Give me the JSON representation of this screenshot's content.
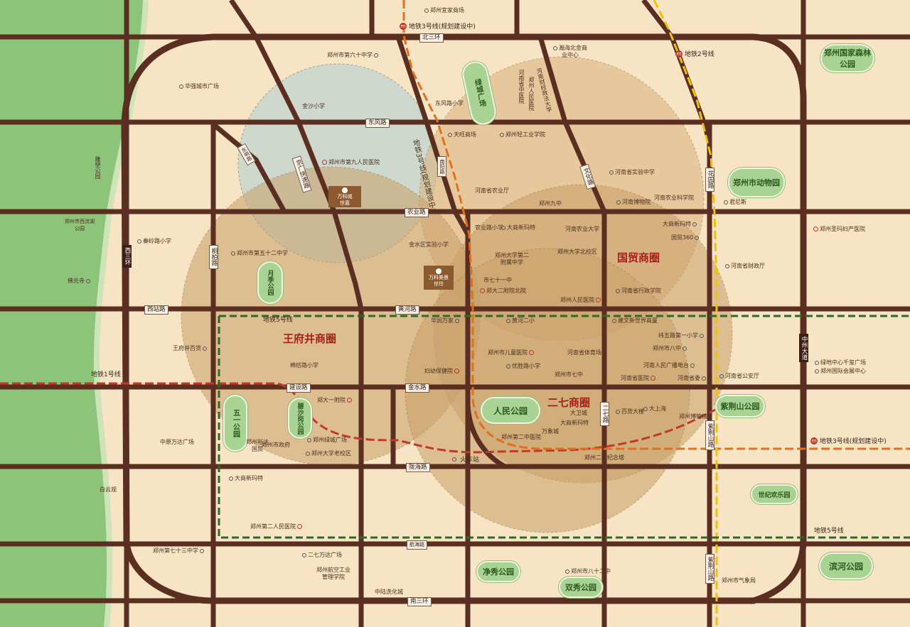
{
  "colors": {
    "road": "#5a2f22",
    "ground": "#f7e4c4",
    "park": "#a9d393",
    "river": "#8cc47a",
    "zone": "#c9a068",
    "metro_red": "#c0392b",
    "metro_orange": "#e07020",
    "metro_yellow": "#f2c200",
    "metro_green": "#2d6b2a"
  },
  "roads": {
    "north3": "北三环",
    "south3": "南三环",
    "west3": "西三环",
    "zhongzhou": "中州大道",
    "dongfeng": "东风路",
    "nongye": "农业路",
    "huanghe": "黄河路",
    "jinshui": "金水路",
    "jianshe": "建设路",
    "longhai": "陇海路",
    "xizhan": "西站路",
    "jingguang": "京广快速路",
    "tongbai": "桐柏路",
    "dongming": "东明路",
    "wenhua": "文化路",
    "huayuan": "花园路",
    "erqi": "二七路",
    "zijingshan": "紫荆山路",
    "nanhai": "航海路",
    "nanyang": "南阳路",
    "zijingshan2": "紫荆山路"
  },
  "metro": {
    "line1": "地铁1号线",
    "line2": "地铁2号线",
    "line3": "地铁3号线(规划建设中)",
    "line3b": "地铁3号线(规划建设中)",
    "line3c": "地铁3号线(规划建设中)",
    "line5": "地铁5号线",
    "line5b": "地铁5号线"
  },
  "zones": {
    "wangfujing": "王府井商圈",
    "erqi": "二七商圈",
    "guomao": "国贸商圈"
  },
  "parks": {
    "renmin": "人民公园",
    "zijingshan": "紫荆山公园",
    "zoo": "郑州市动物园",
    "forest": "郑州国家森林公园",
    "binhe": "滨河公园",
    "jingxiu": "净秀公园",
    "shuangxiu": "双秀公园",
    "shiji": "世纪欢乐园",
    "wuyi": "五一公园",
    "bisha": "碧沙岗公园",
    "yueji": "月季公园",
    "lvcheng": "绿城广场",
    "diaosu": "雕塑公园"
  },
  "projects": {
    "shijia": "万科城\n世嘉",
    "meijing": "万科美景\n世玲"
  },
  "stations": {
    "huochezhan": "火车站",
    "xizhan": "西站路"
  },
  "pois": [
    {
      "t": "郑州宜家商场",
      "i": "dot"
    },
    {
      "t": "郑州市第六十中学",
      "i": "dot"
    },
    {
      "t": "华强城市广场",
      "i": "dot"
    },
    {
      "t": "金沙小学",
      "i": "dot"
    },
    {
      "t": "东风路小学",
      "i": "dot"
    },
    {
      "t": "天旺商场",
      "i": "dot"
    },
    {
      "t": "郑州轻工业学院",
      "i": "dot"
    },
    {
      "t": "郑州市第九人民医院",
      "i": "h"
    },
    {
      "t": "河南省实验中学",
      "i": "dot"
    },
    {
      "t": "河南省农业厅",
      "i": "dot"
    },
    {
      "t": "郑州九中",
      "i": "dot"
    },
    {
      "t": "河南博物院",
      "i": "dot"
    },
    {
      "t": "河南农业科学院",
      "i": "dot"
    },
    {
      "t": "君尼斯",
      "i": "dot"
    },
    {
      "t": "大商新玛特",
      "i": "dot"
    },
    {
      "t": "国贸360",
      "i": "dot"
    },
    {
      "t": "郑州圣玛妇产医院",
      "i": "h"
    },
    {
      "t": "河南省财政厅",
      "i": "dot"
    },
    {
      "t": "农业路小学",
      "i": "dot"
    },
    {
      "t": "大商新玛特",
      "i": "dot"
    },
    {
      "t": "河南农业大学",
      "i": "dot"
    },
    {
      "t": "郑州大学第二附属中学",
      "i": "dot"
    },
    {
      "t": "郑州大学北校区",
      "i": "dot"
    },
    {
      "t": "金水区实验小学",
      "i": "dot"
    },
    {
      "t": "市七十一中",
      "i": "dot"
    },
    {
      "t": "郑大二附院北院",
      "i": "h"
    },
    {
      "t": "郑州人民医院",
      "i": "h"
    },
    {
      "t": "河南省行政学院",
      "i": "dot"
    },
    {
      "t": "秦岭路小学",
      "i": "dot"
    },
    {
      "t": "郑州市第五十二中学",
      "i": "dot"
    },
    {
      "t": "郑州市西流湖公园",
      "i": "dot"
    },
    {
      "t": "佛光寺",
      "i": "dot"
    },
    {
      "t": "华润万家",
      "i": "dot"
    },
    {
      "t": "黄河二小",
      "i": "dot"
    },
    {
      "t": "建文新世界商厦",
      "i": "dot"
    },
    {
      "t": "纬五路第一小学",
      "i": "dot"
    },
    {
      "t": "郑州市八中",
      "i": "dot"
    },
    {
      "t": "郑州市儿童医院",
      "i": "h"
    },
    {
      "t": "河南省体育场",
      "i": "dot"
    },
    {
      "t": "优胜路小学",
      "i": "dot"
    },
    {
      "t": "郑州市七中",
      "i": "dot"
    },
    {
      "t": "王府井百货",
      "i": "dot"
    },
    {
      "t": "棉纺路小学",
      "i": "dot"
    },
    {
      "t": "妇幼保健院",
      "i": "h"
    },
    {
      "t": "河南人民广播电台",
      "i": "dot"
    },
    {
      "t": "河南省医院",
      "i": "h"
    },
    {
      "t": "河南省委",
      "i": "dot"
    },
    {
      "t": "河南省公安厅",
      "i": "dot"
    },
    {
      "t": "绿地中心千玺广场",
      "i": "dot"
    },
    {
      "t": "郑州国际会展中心",
      "i": "dot"
    },
    {
      "t": "郑大一附院",
      "i": "h"
    },
    {
      "t": "郑州绿城广场",
      "i": "dot"
    },
    {
      "t": "郑州市政府",
      "i": "dot"
    },
    {
      "t": "郑州大学老校区",
      "i": "dot"
    },
    {
      "t": "郑州裕达国贸",
      "i": "dot"
    },
    {
      "t": "中原万达广场",
      "i": "dot"
    },
    {
      "t": "大卫城",
      "i": "dot"
    },
    {
      "t": "大商新玛特",
      "i": "dot"
    },
    {
      "t": "万象城",
      "i": "dot"
    },
    {
      "t": "郑州第二中医院",
      "i": "h"
    },
    {
      "t": "百货大楼",
      "i": "dot"
    },
    {
      "t": "大上海",
      "i": "dot"
    },
    {
      "t": "郑州博物馆",
      "i": "dot"
    },
    {
      "t": "郑州二七纪念塔",
      "i": "dot"
    },
    {
      "t": "大商新玛特",
      "i": "dot"
    },
    {
      "t": "白云观",
      "i": "dot"
    },
    {
      "t": "郑州第二人民医院",
      "i": "h"
    },
    {
      "t": "郑州第七十三中学",
      "i": "dot"
    },
    {
      "t": "二七万达广场",
      "i": "dot"
    },
    {
      "t": "郑州航空工业管理学院",
      "i": "dot"
    },
    {
      "t": "中陆洗化城",
      "i": "dot"
    },
    {
      "t": "郑州市八十二中",
      "i": "dot"
    },
    {
      "t": "郑州市气象局",
      "i": "dot"
    },
    {
      "t": "瀚海北金商业中心",
      "i": "dot"
    },
    {
      "t": "河南省中医院",
      "i": "h"
    },
    {
      "t": "郑州人民医院",
      "i": "h"
    },
    {
      "t": "河南财经政法大学",
      "i": "dot"
    }
  ]
}
